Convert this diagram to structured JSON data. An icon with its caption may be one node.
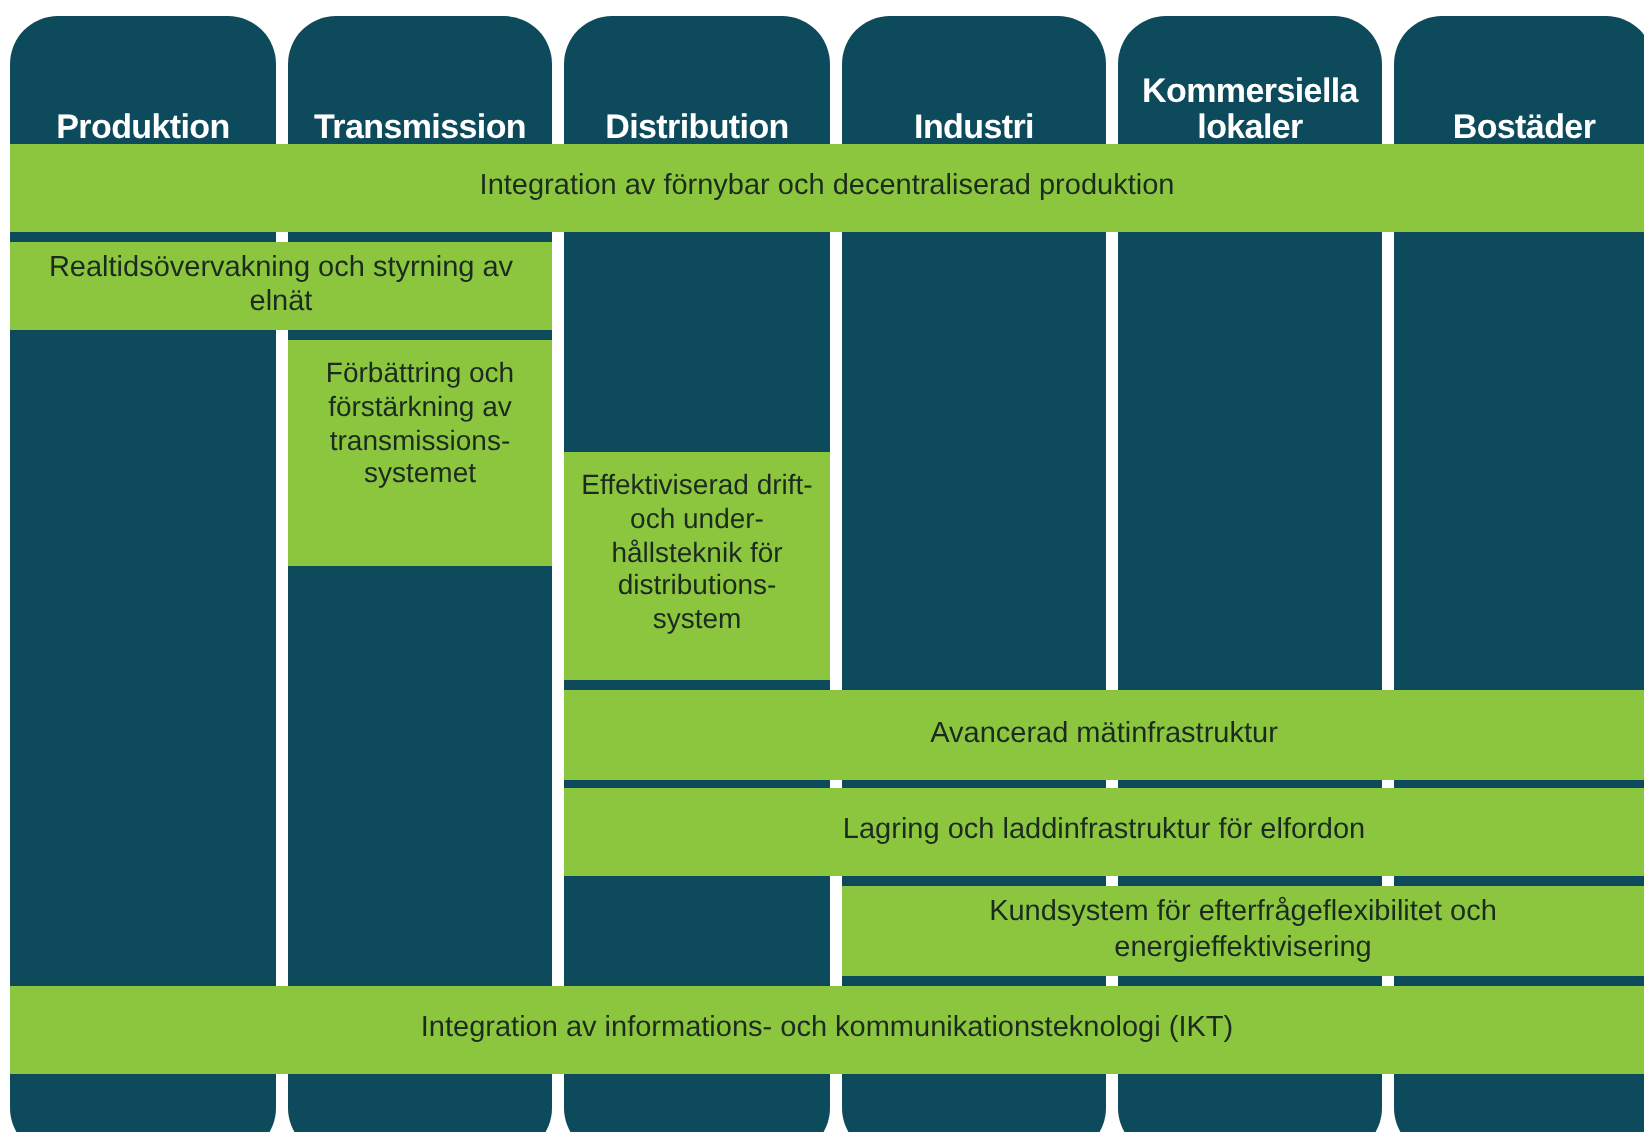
{
  "diagram": {
    "nodes": [
      {
        "text": [
          "Produktion"
        ]
      },
      {
        "text": [
          "Transmission"
        ]
      },
      {
        "text": [
          "Distribution"
        ]
      },
      {
        "text": [
          "Industri"
        ]
      },
      {
        "text": [
          "Kommersiella lokaler"
        ]
      },
      {
        "text": [
          "Bostäder"
        ]
      },
      {
        "text": [
          "Integration av förnybar och decentraliserad produktion"
        ]
      },
      {
        "text": [
          "Realtidsövervakning och styrning av elnät"
        ]
      },
      {
        "text": [
          "Förbättring och förstärkning av transmissions- systemet"
        ],
        "in": 1
      },
      {
        "text": [
          "Effektiviserad drift- och under- hållsteknik för distributions- system"
        ],
        "in": 2
      },
      {
        "text": [
          "Avancerad mätinfrastruktur"
        ]
      },
      {
        "text": [
          "Lagring och laddinfrastruktur för elfordon"
        ]
      },
      {
        "text": [
          "Kundsystem för efterfrågeflexibilitet och energieffektivisering"
        ]
      },
      {
        "text": [
          "Integration av informations- och kommunikationsteknologi (IKT)"
        ]
      }
    ],
    "edges": []
  }
}
